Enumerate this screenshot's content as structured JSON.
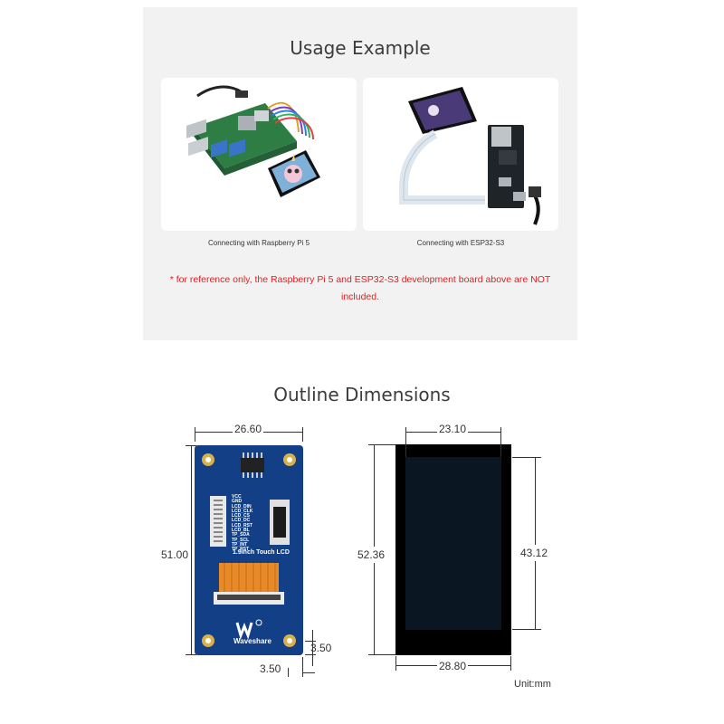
{
  "usage": {
    "title": "Usage Example",
    "captions": [
      "Connecting with Raspberry Pi 5",
      "Connecting with ESP32-S3"
    ],
    "note": "* for reference only, the Raspberry Pi 5 and ESP32-S3 development board above are NOT included.",
    "note_color": "#e02020"
  },
  "outline": {
    "title": "Outline Dimensions",
    "board": {
      "width": "26.60",
      "height": "51.00",
      "hole_offset_x": "3.50",
      "hole_offset_y": "3.50",
      "silkscreen_title": "1.9inch Touch LCD",
      "brand": "Waveshare",
      "pin_labels": [
        "VCC",
        "GND",
        "LCD_DIN",
        "LCD_CLK",
        "LCD_CS",
        "LCD_DC",
        "LCD_RST",
        "LCD_BL",
        "TP_SDA",
        "TP_SCL",
        "TP_INT",
        "TP_RST"
      ],
      "color": "#123f86"
    },
    "screen": {
      "width_top": "23.10",
      "height_outer": "52.36",
      "height_inner": "43.12",
      "width_bottom": "28.80"
    },
    "unit": "Unit:mm"
  }
}
